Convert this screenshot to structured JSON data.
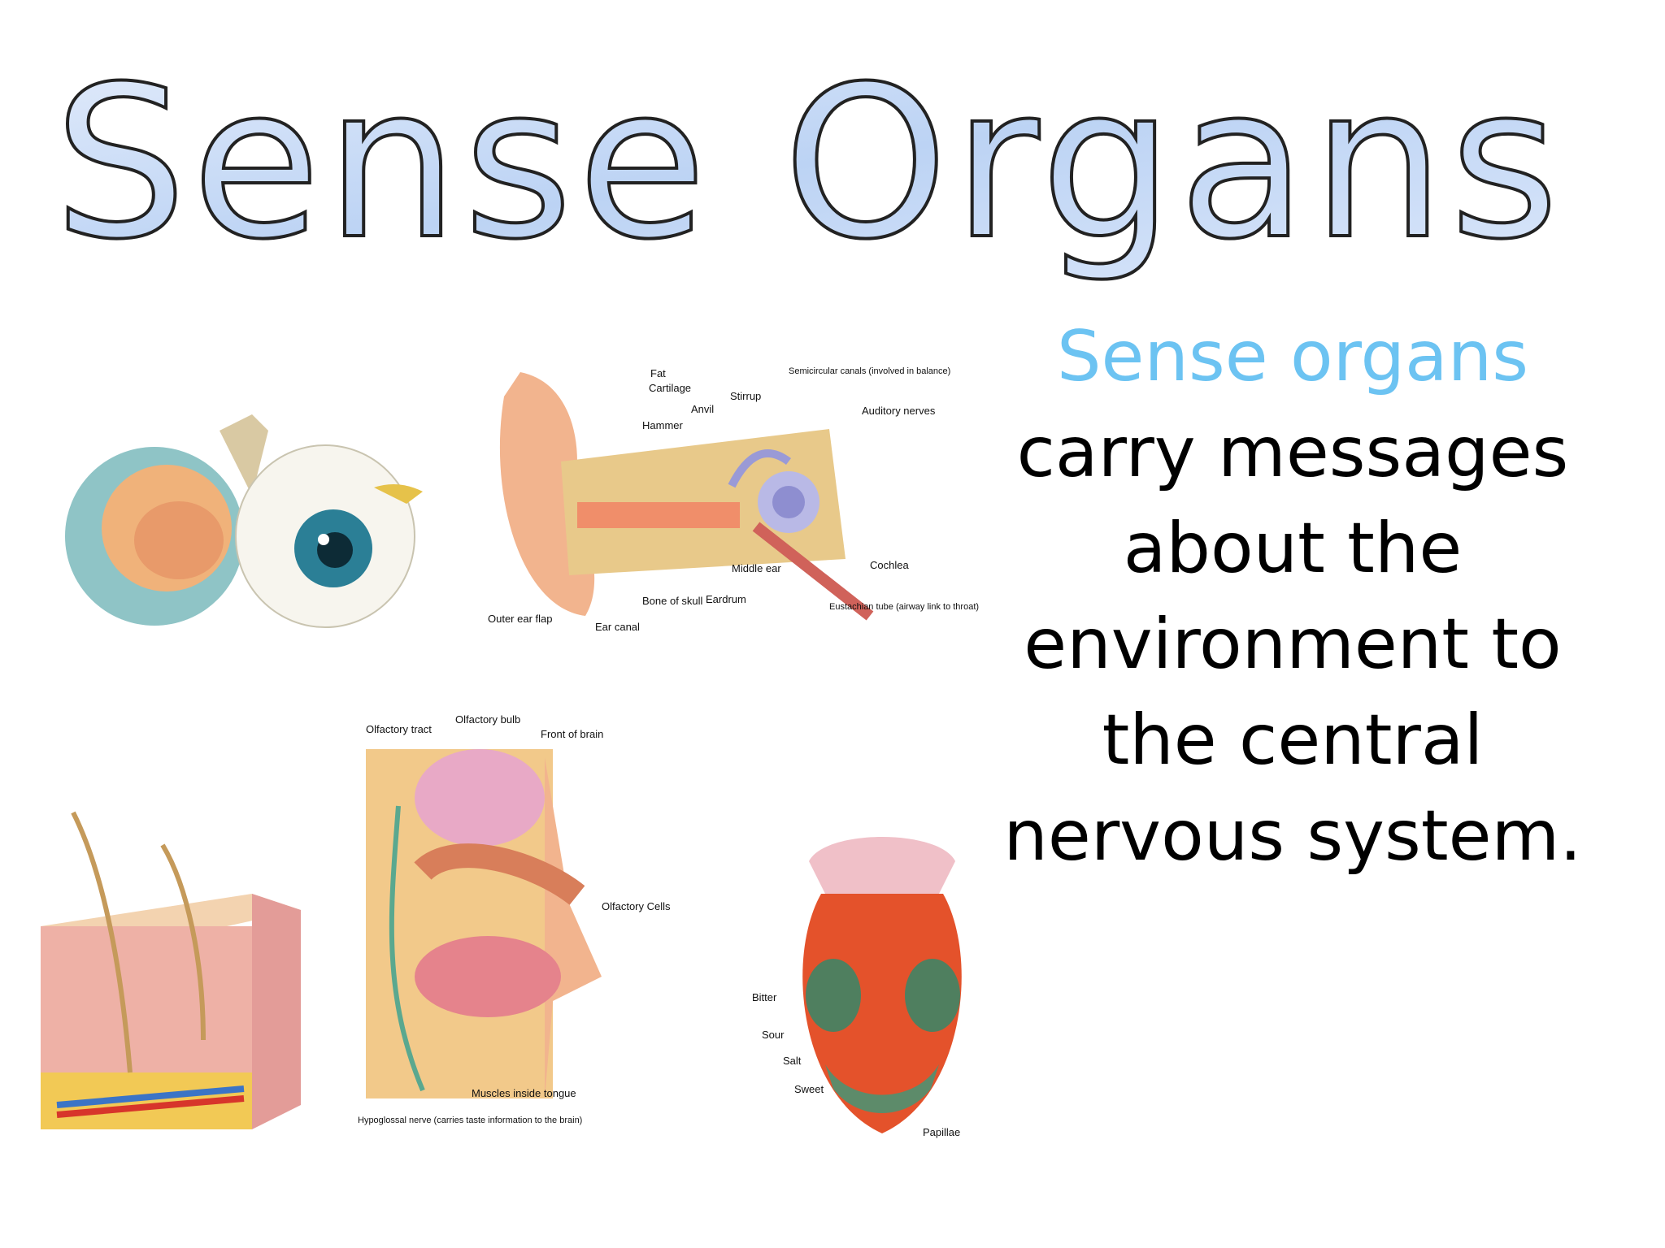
{
  "slide": {
    "title": "Sense Organs",
    "body_lead": "Sense organs",
    "body_rest": "carry messages about the environment to the central nervous system."
  },
  "illustrations": {
    "ear": {
      "labels": [
        "Fat",
        "Cartilage",
        "Anvil",
        "Stirrup",
        "Hammer",
        "Semicircular canals (involved in balance)",
        "Auditory nerves",
        "Cochlea",
        "Middle ear",
        "Bone of skull",
        "Eardrum",
        "Outer ear flap",
        "Ear canal",
        "Eustachian tube (airway link to throat)"
      ]
    },
    "nose": {
      "labels": [
        "Olfactory tract",
        "Olfactory bulb",
        "Front of brain",
        "Olfactory Cells",
        "Muscles inside tongue",
        "Hypoglossal nerve (carries taste information to the brain)"
      ]
    },
    "tongue": {
      "labels": [
        "Bitter",
        "Sour",
        "Salt",
        "Sweet",
        "Papillae"
      ]
    }
  },
  "colors": {
    "title_fill": "#c9dcf7",
    "lead_text": "#6cc3f2"
  }
}
